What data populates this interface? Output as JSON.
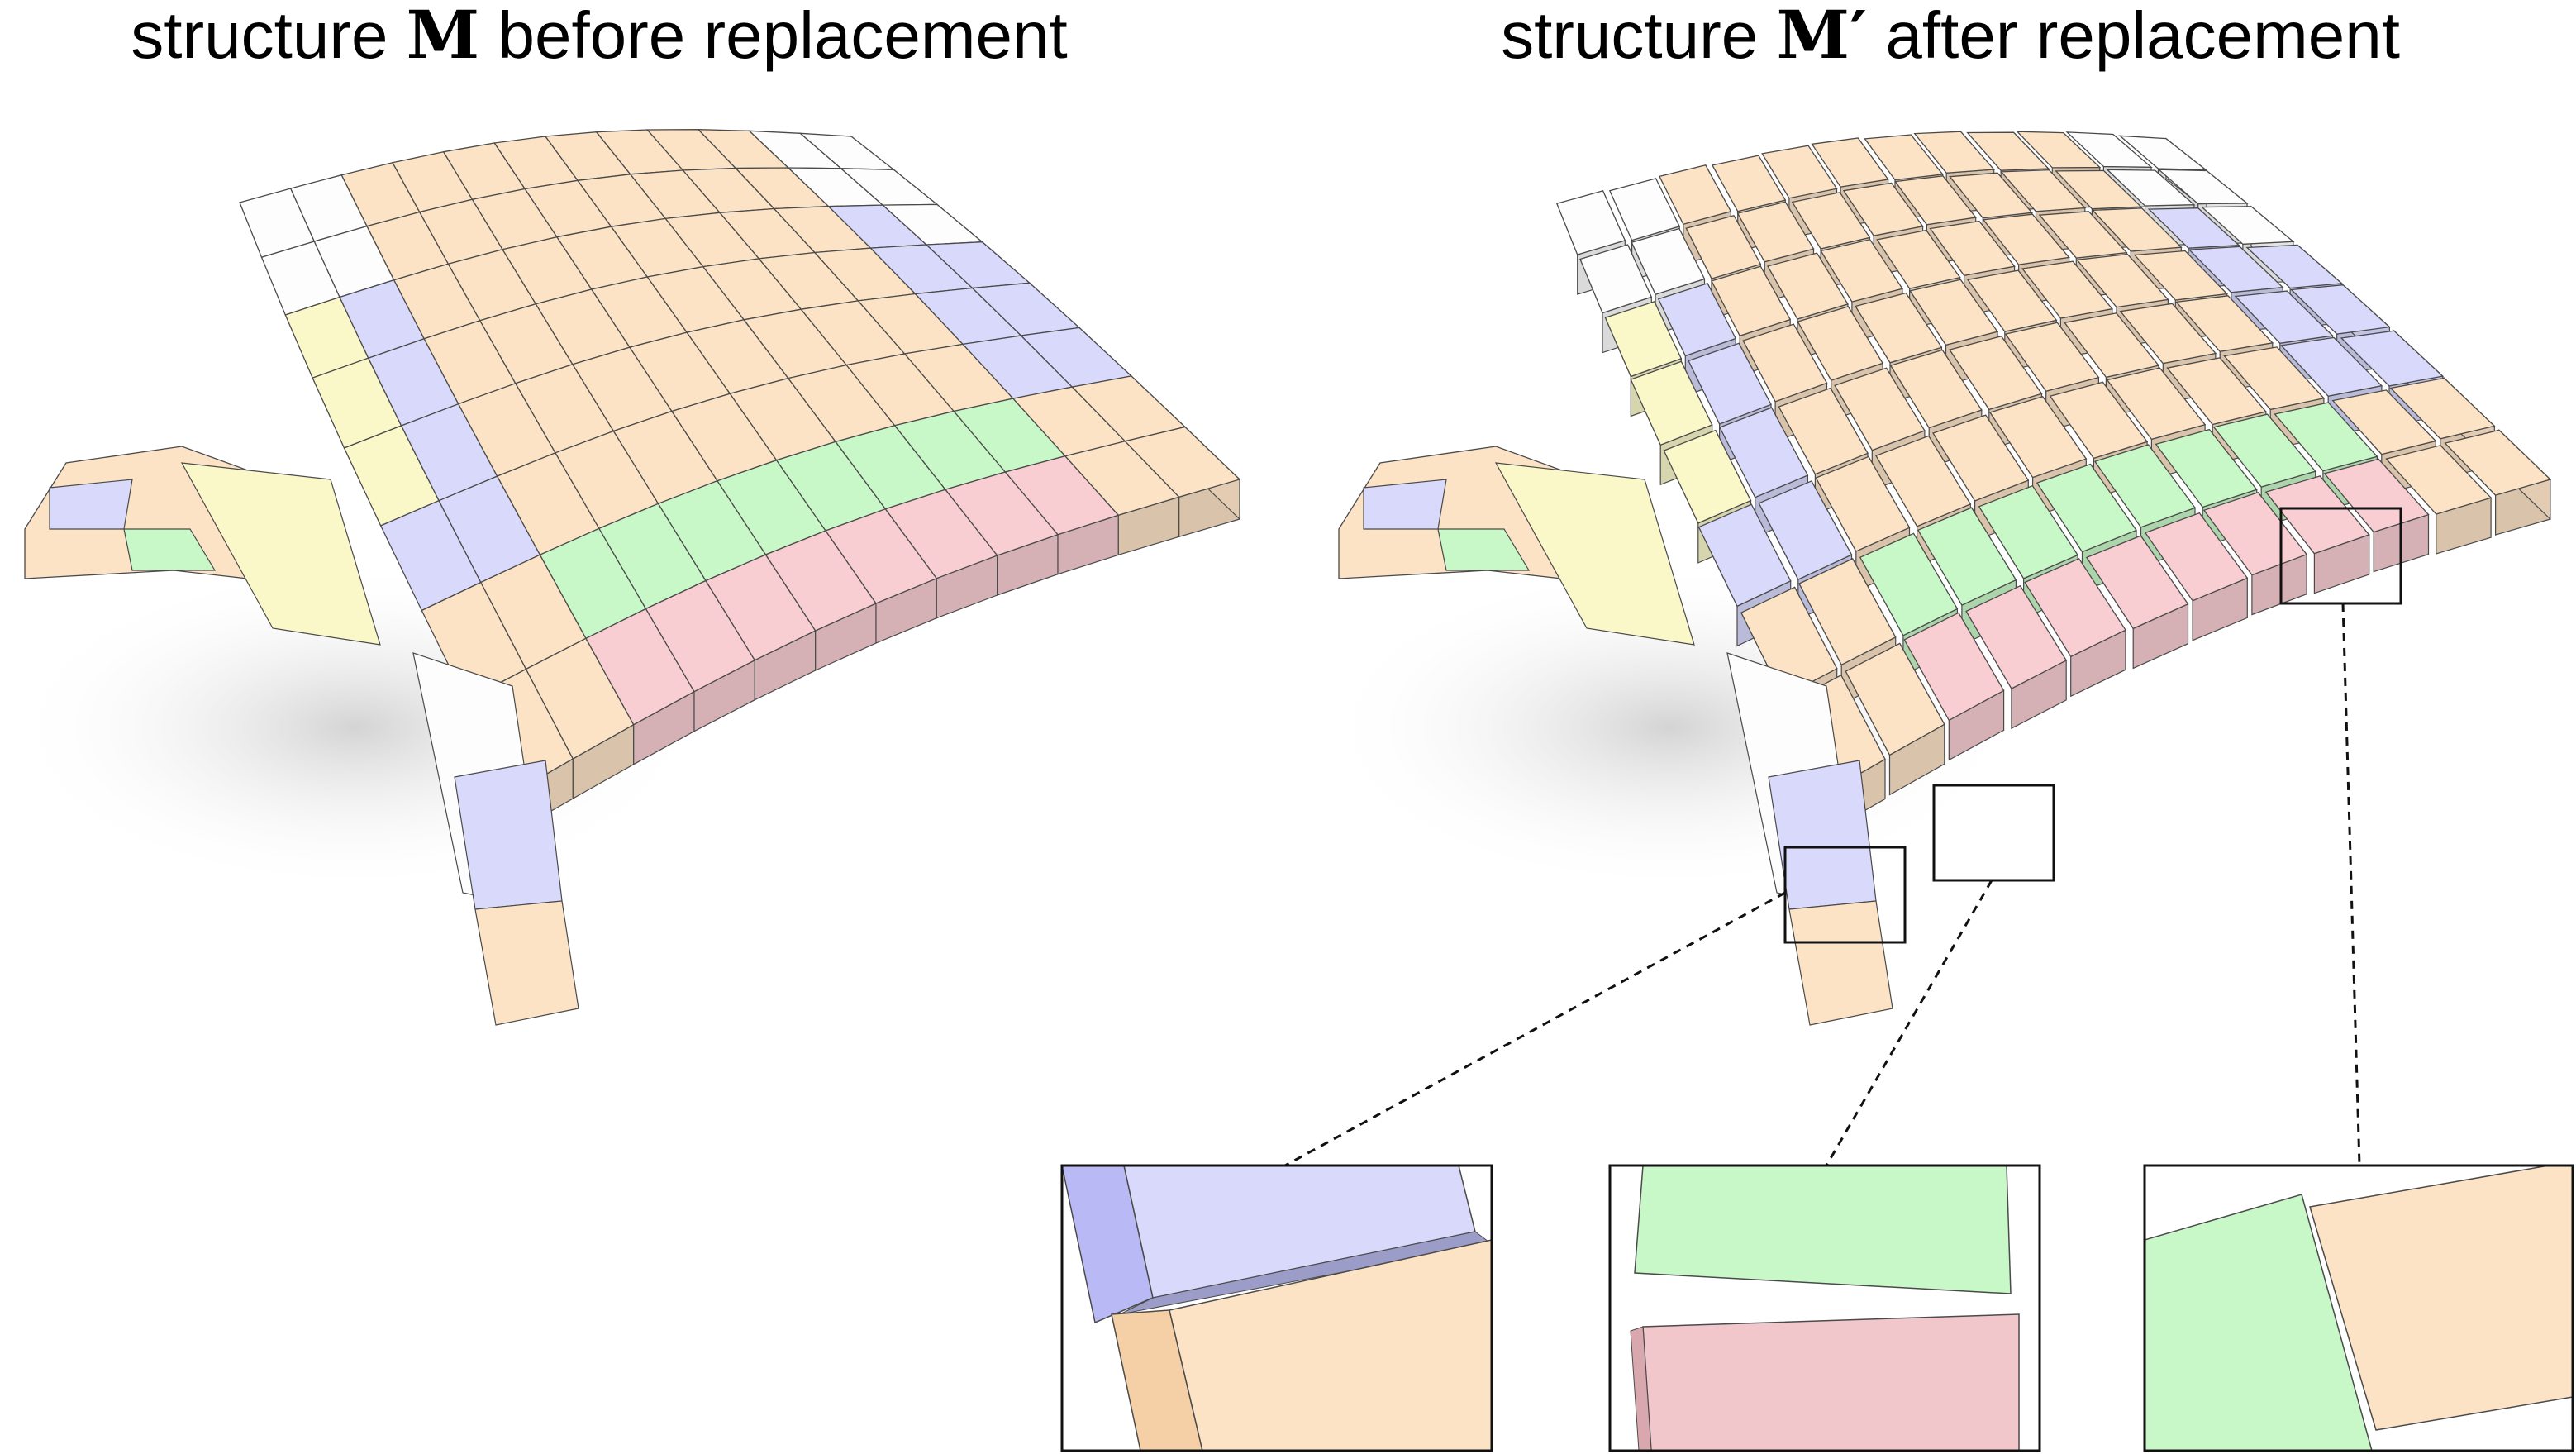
{
  "titles": {
    "left": {
      "pre": "structure ",
      "symbol": "M",
      "post": " before replacement"
    },
    "right": {
      "pre": "structure ",
      "symbol": "M′",
      "post": " after replacement"
    }
  },
  "colors": {
    "orange": "#FCE3C6",
    "blue": "#D8D9FB",
    "green": "#C8F8C8",
    "pink": "#F8CED3",
    "yellow": "#FAF8C9",
    "white": "#FDFDFD",
    "edge": "#4a4a4a",
    "shadow": "#d8d8d8"
  },
  "callouts": [
    {
      "name": "callout-blue-orange",
      "content": "misaligned blue and orange blocks"
    },
    {
      "name": "callout-green-pink",
      "content": "gap between green and pink blocks"
    },
    {
      "name": "callout-green-orange",
      "content": "green and orange blocks"
    }
  ]
}
